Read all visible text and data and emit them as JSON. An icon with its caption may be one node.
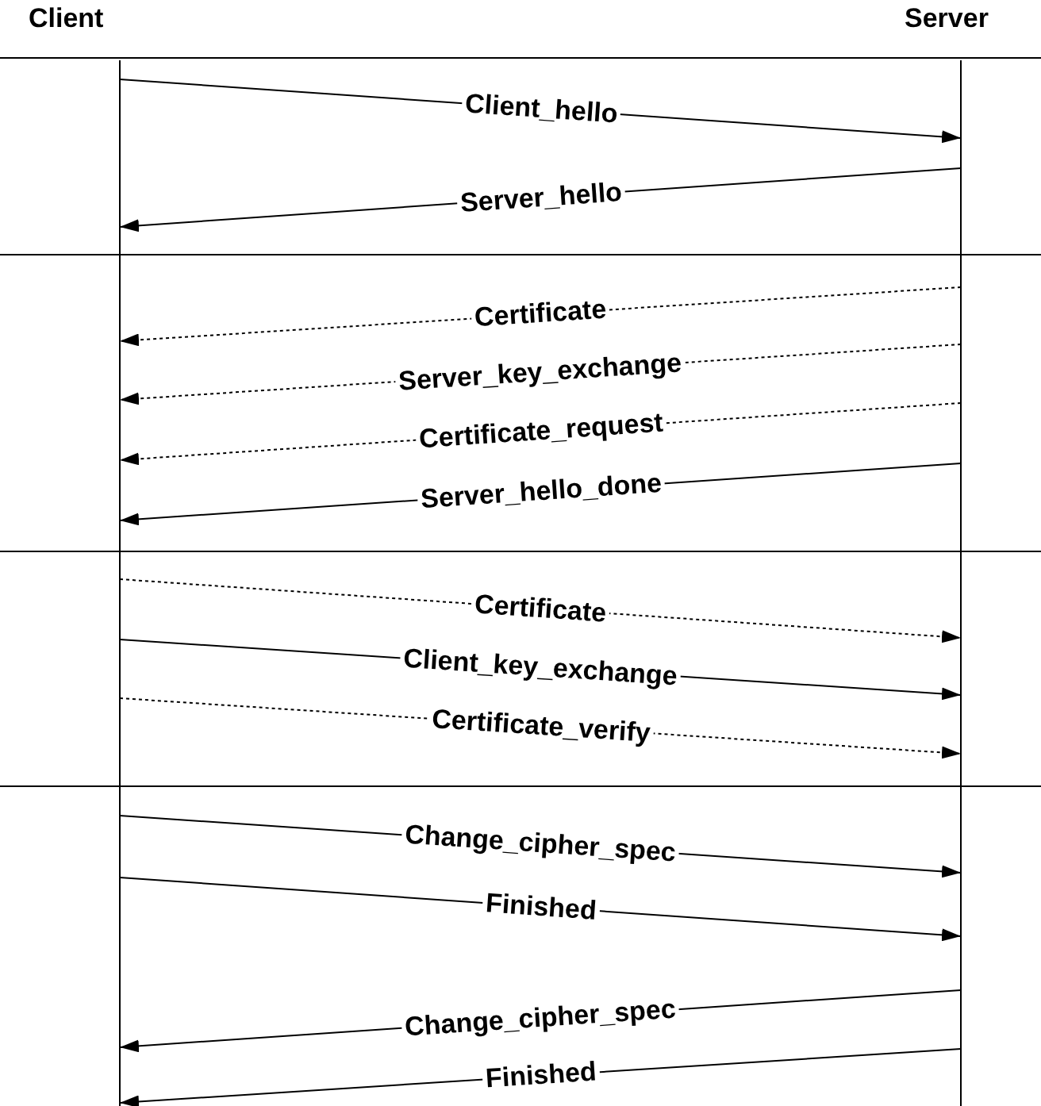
{
  "diagram": {
    "nodes": [
      {
        "text": [
          "Client"
        ]
      },
      {
        "text": [
          "Server"
        ]
      }
    ],
    "edges": [
      {
        "from": 0,
        "to": 1,
        "arrow": "to",
        "label": "Client_hello"
      },
      {
        "from": 1,
        "to": 0,
        "arrow": "to",
        "label": "Server_hello"
      },
      {
        "from": 1,
        "to": 0,
        "arrow": "to",
        "label": "Certificate",
        "style": "dashed"
      },
      {
        "from": 1,
        "to": 0,
        "arrow": "to",
        "label": "Server_key_exchange",
        "style": "dashed"
      },
      {
        "from": 1,
        "to": 0,
        "arrow": "to",
        "label": "Certificate_request",
        "style": "dashed"
      },
      {
        "from": 1,
        "to": 0,
        "arrow": "to",
        "label": "Server_hello_done"
      },
      {
        "from": 0,
        "to": 1,
        "arrow": "to",
        "label": "Certificate",
        "style": "dashed"
      },
      {
        "from": 0,
        "to": 1,
        "arrow": "to",
        "label": "Client_key_exchange"
      },
      {
        "from": 0,
        "to": 1,
        "arrow": "to",
        "label": "Certificate_verify",
        "style": "dashed"
      },
      {
        "from": 0,
        "to": 1,
        "arrow": "to",
        "label": "Change_cipher_spec"
      },
      {
        "from": 0,
        "to": 1,
        "arrow": "to",
        "label": "Finished"
      },
      {
        "from": 1,
        "to": 0,
        "arrow": "to",
        "label": "Change_cipher_spec"
      },
      {
        "from": 1,
        "to": 0,
        "arrow": "to",
        "label": "Finished"
      }
    ]
  }
}
